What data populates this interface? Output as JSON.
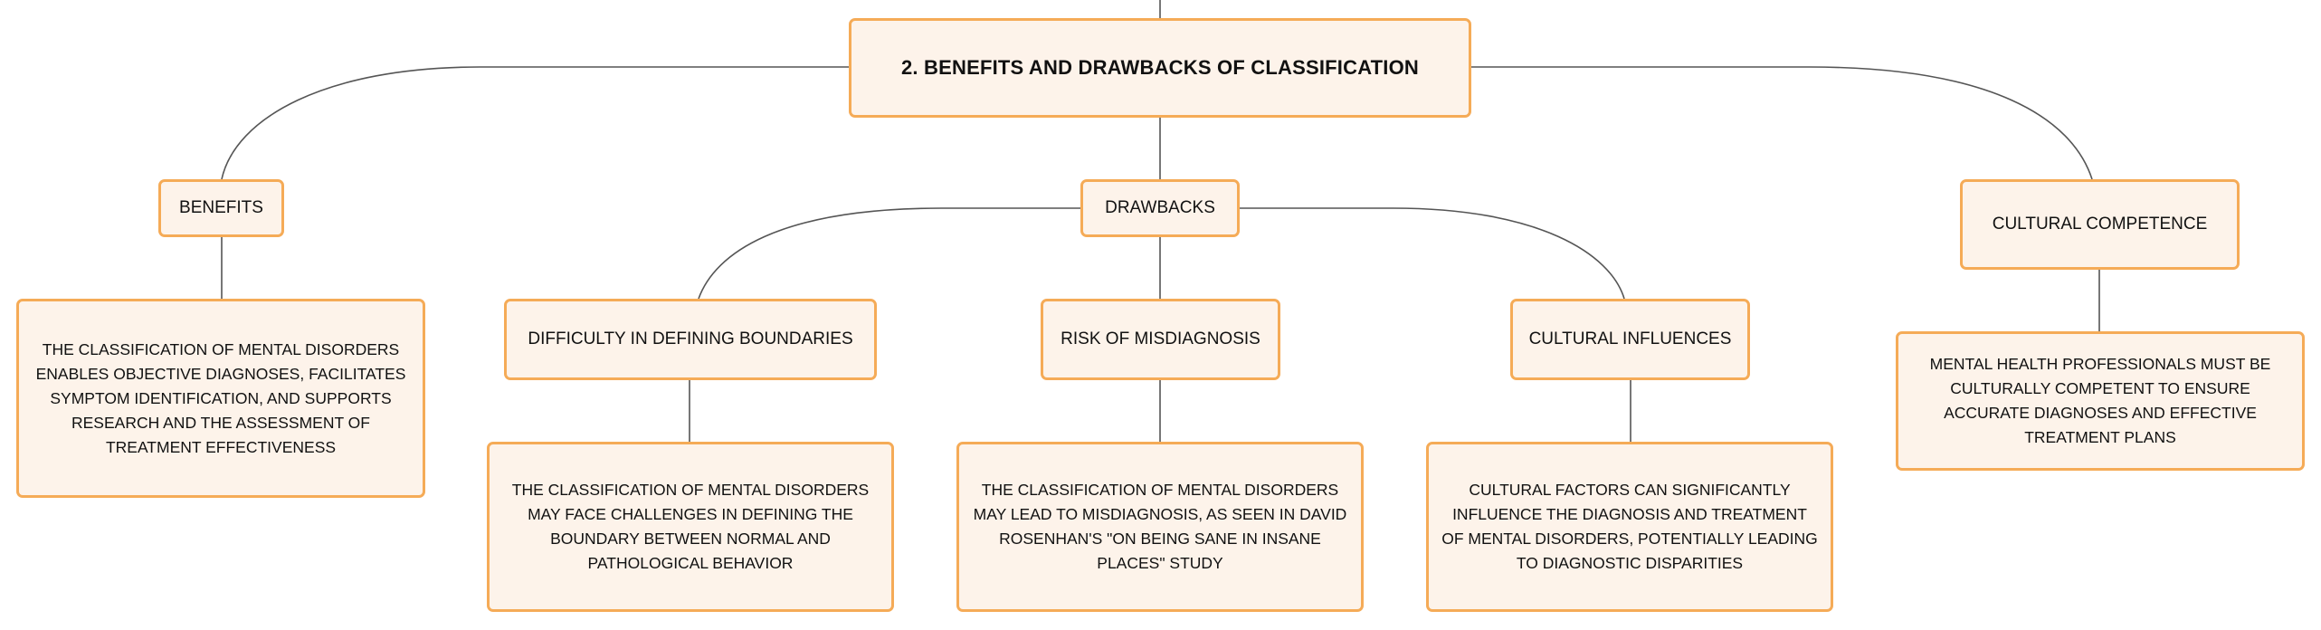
{
  "root": {
    "label": "2. BENEFITS AND DRAWBACKS OF CLASSIFICATION"
  },
  "benefits": {
    "label": "BENEFITS",
    "description": "THE CLASSIFICATION OF MENTAL DISORDERS ENABLES OBJECTIVE DIAGNOSES, FACILITATES SYMPTOM IDENTIFICATION, AND SUPPORTS RESEARCH AND THE ASSESSMENT OF TREATMENT EFFECTIVENESS"
  },
  "drawbacks": {
    "label": "DRAWBACKS",
    "children": [
      {
        "label": "DIFFICULTY IN DEFINING BOUNDARIES",
        "description": "THE CLASSIFICATION OF MENTAL DISORDERS MAY FACE CHALLENGES IN DEFINING THE BOUNDARY BETWEEN NORMAL AND PATHOLOGICAL BEHAVIOR"
      },
      {
        "label": "RISK OF MISDIAGNOSIS",
        "description": "THE CLASSIFICATION OF MENTAL DISORDERS MAY LEAD TO MISDIAGNOSIS, AS SEEN IN DAVID ROSENHAN'S \"ON BEING SANE IN INSANE PLACES\" STUDY"
      },
      {
        "label": "CULTURAL INFLUENCES",
        "description": "CULTURAL FACTORS CAN SIGNIFICANTLY INFLUENCE THE DIAGNOSIS AND TREATMENT OF MENTAL DISORDERS, POTENTIALLY LEADING TO DIAGNOSTIC DISPARITIES"
      }
    ]
  },
  "cultural_competence": {
    "label": "CULTURAL COMPETENCE",
    "description": "MENTAL HEALTH PROFESSIONALS MUST BE CULTURALLY COMPETENT TO ENSURE ACCURATE DIAGNOSES AND EFFECTIVE TREATMENT PLANS"
  },
  "colors": {
    "node_fill": "#fdf3ea",
    "node_border": "#f5ab57",
    "connector": "#555555",
    "text": "#111111"
  }
}
